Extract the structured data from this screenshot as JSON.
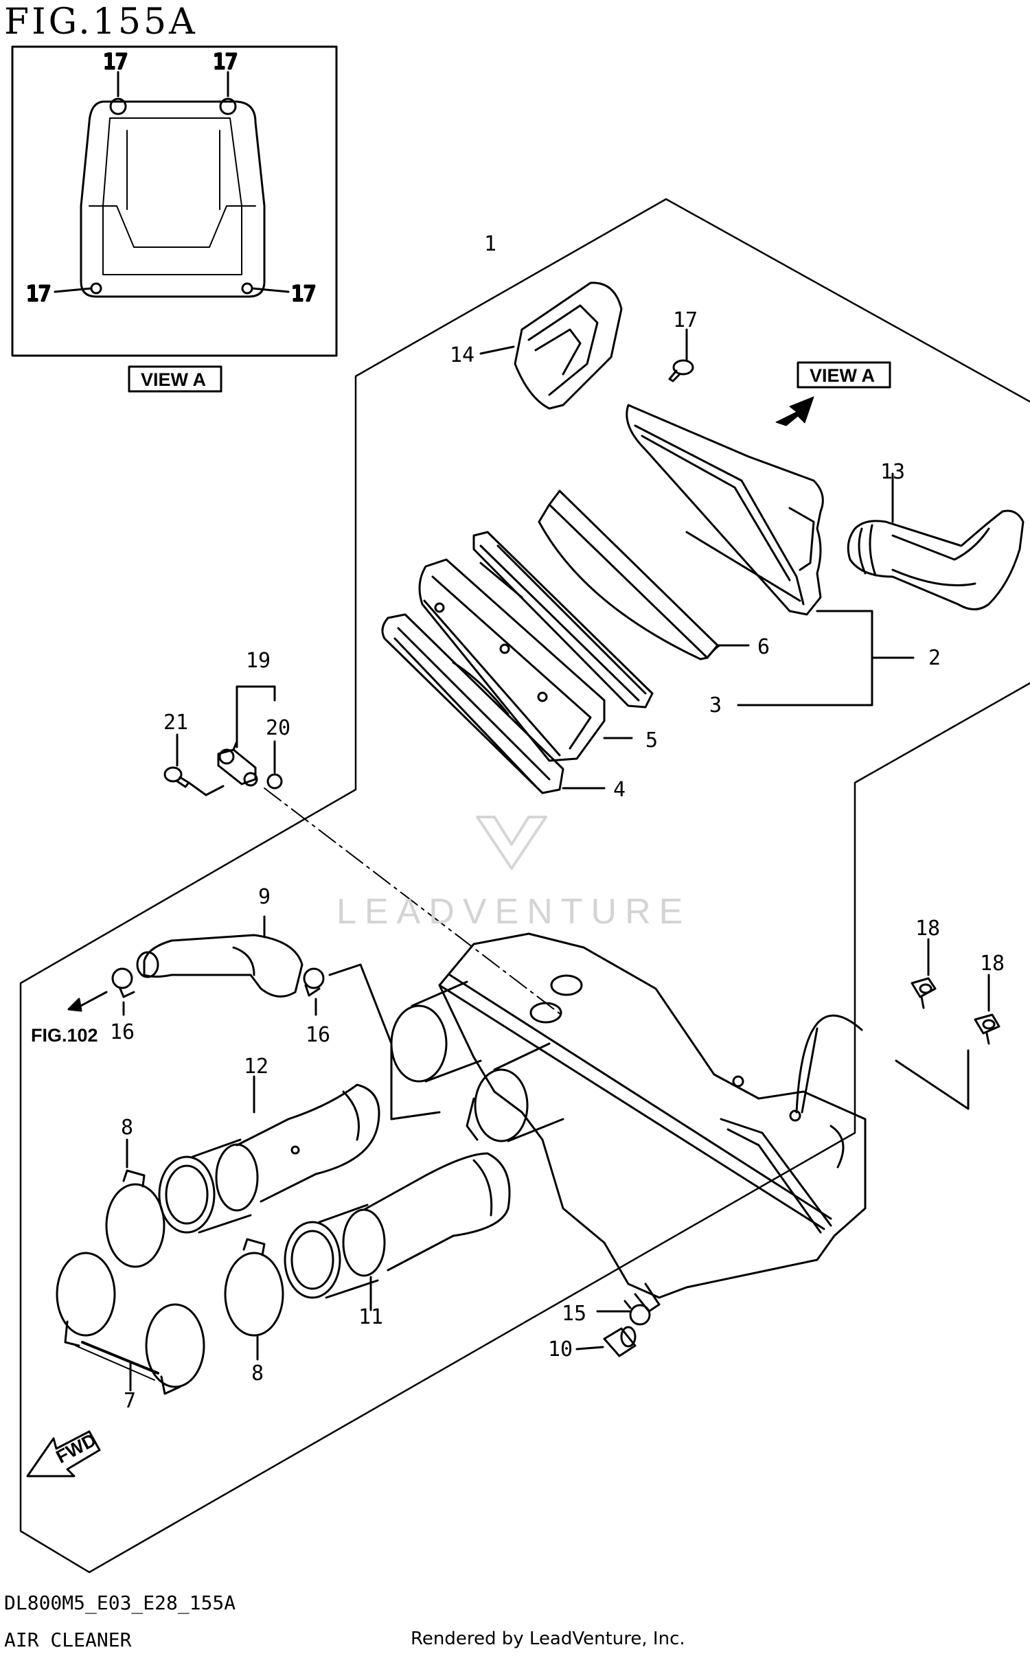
{
  "figure": {
    "title": "FIG.155A",
    "view_label": "VIEW A",
    "view_label_main": "VIEW A",
    "ref_fig": "FIG.102",
    "fwd": "FWD",
    "watermark": "LEADVENTURE"
  },
  "callouts": [
    "1",
    "2",
    "3",
    "4",
    "5",
    "6",
    "7",
    "8",
    "8",
    "9",
    "10",
    "11",
    "12",
    "13",
    "14",
    "15",
    "16",
    "16",
    "17",
    "17",
    "17",
    "17",
    "17",
    "18",
    "18",
    "19",
    "20",
    "21"
  ],
  "footer": {
    "code": "DL800M5_E03_E28_155A",
    "name": "AIR CLEANER",
    "rendered": "Rendered by LeadVenture, Inc."
  }
}
